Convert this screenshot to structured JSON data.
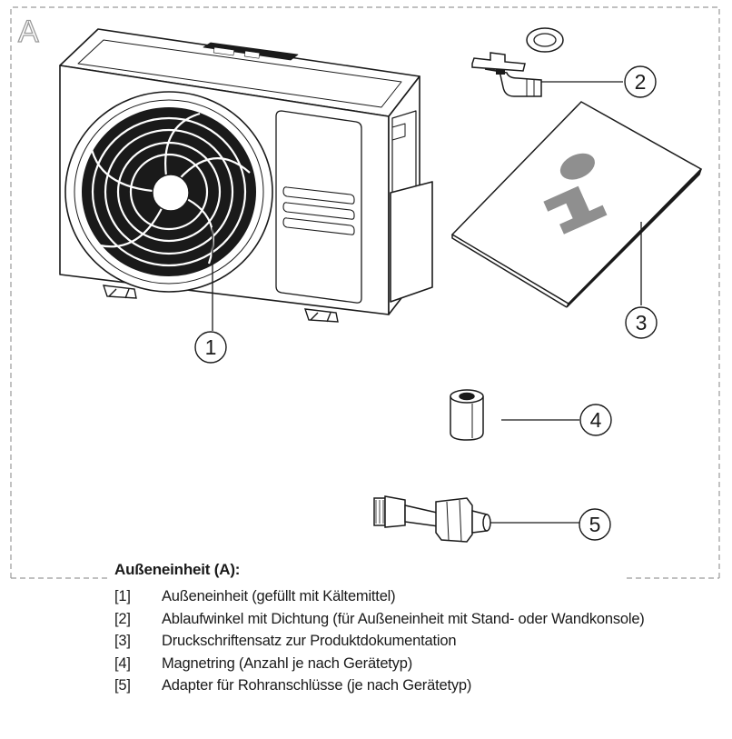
{
  "figure": {
    "label": "A",
    "callouts": [
      "1",
      "2",
      "3",
      "4",
      "5"
    ]
  },
  "legend": {
    "title": "Außeneinheit (A):",
    "items": [
      {
        "num": "[1]",
        "text": "Außeneinheit (gefüllt mit Kältemittel)"
      },
      {
        "num": "[2]",
        "text": "Ablaufwinkel mit Dichtung (für Außeneinheit mit Stand- oder Wandkonsole)"
      },
      {
        "num": "[3]",
        "text": "Druckschriftensatz zur Produktdokumentation"
      },
      {
        "num": "[4]",
        "text": "Magnetring (Anzahl je nach Gerätetyp)"
      },
      {
        "num": "[5]",
        "text": "Adapter für Rohranschlüsse (je nach Gerätetyp)"
      }
    ]
  }
}
